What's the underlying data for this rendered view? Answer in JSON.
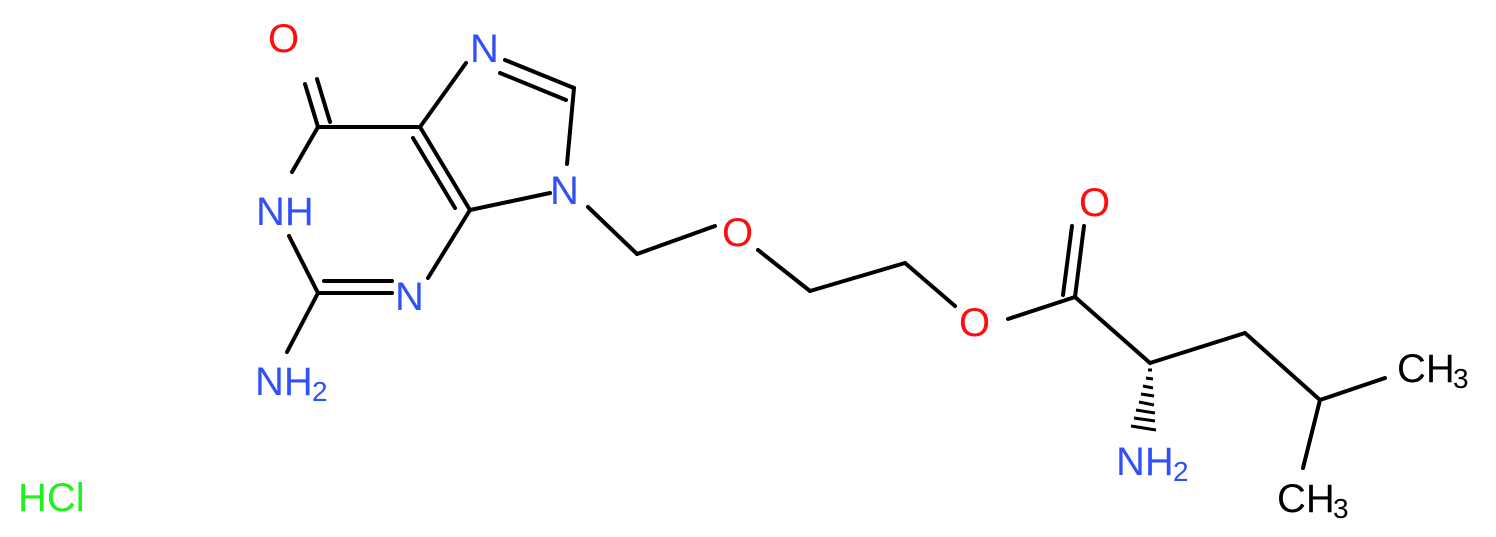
{
  "colors": {
    "bond": "#000000",
    "nitrogen": "#3050F8",
    "oxygen": "#FF0D0D",
    "carbon_label": "#000000",
    "chlorine": "#1FF01F"
  },
  "atoms": {
    "o_carbonyl_top": "O",
    "nh_ring": "NH",
    "n_imidazole_top": "N",
    "n9": "N",
    "n3": "N",
    "nh2_amino": "NH",
    "nh2_amino_sub": "2",
    "o_ether": "O",
    "o_ester": "O",
    "o_ester_carbonyl": "O",
    "nh2_leucine": "NH",
    "nh2_leucine_sub": "2",
    "ch3_upper": "CH",
    "ch3_upper_sub": "3",
    "ch3_lower": "CH",
    "ch3_lower_sub": "3"
  },
  "salt": "HCl"
}
